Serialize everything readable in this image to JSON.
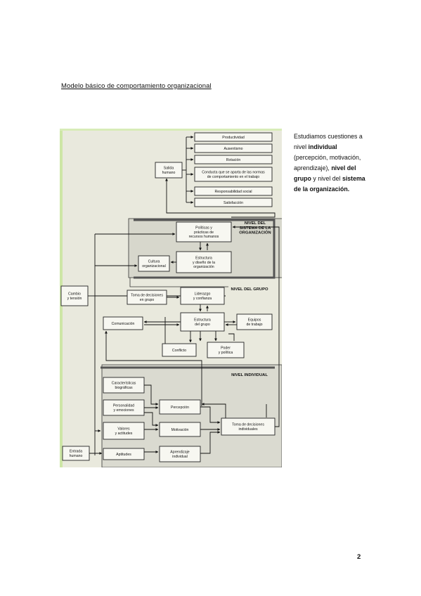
{
  "heading": "Modelo básico de comportamiento organizacional",
  "figure": {
    "outputs_label": [
      "Salida",
      "humano"
    ],
    "outputs": [
      [
        "Productividad"
      ],
      [
        "Ausentismo"
      ],
      [
        "Rotación"
      ],
      [
        "Conducta que se aparta de las normas",
        "de comportamiento en el trabajo"
      ],
      [
        "Responsabilidad social"
      ],
      [
        "Satisfacción"
      ]
    ],
    "org_level_label": [
      "NIVEL DEL",
      "SISTEMA DE LA",
      "ORGANIZACIÓN"
    ],
    "group_level_label": "NIVEL DEL GRUPO",
    "individual_level_label": "NIVEL INDIVIDUAL",
    "change": [
      "Cambio",
      "y tensión"
    ],
    "input": [
      "Entrada",
      "humano"
    ],
    "org_boxes": {
      "policies": [
        "Políticas y",
        "prácticas de",
        "recursos humanos"
      ],
      "culture": [
        "Cultura",
        "organizacional"
      ],
      "structure": [
        "Estructura",
        "y diseño de la",
        "organización"
      ]
    },
    "group_boxes": {
      "decisions": [
        "Toma de decisiones",
        "en grupo"
      ],
      "leadership": [
        "Liderazgo",
        "y confianza"
      ],
      "communication": [
        "Comunicación"
      ],
      "group_structure": [
        "Estructura",
        "del grupo"
      ],
      "teams": [
        "Equipos",
        "de trabajo"
      ],
      "conflict": [
        "Conflicto"
      ],
      "power": [
        "Poder",
        "y política"
      ]
    },
    "individual_boxes": {
      "bio": [
        "Características",
        "biográficas"
      ],
      "personality": [
        "Personalidad",
        "y emociones"
      ],
      "values": [
        "Valores",
        "y actitudes"
      ],
      "skills": [
        "Aptitudes"
      ],
      "perception": [
        "Percepción"
      ],
      "motivation": [
        "Motivación"
      ],
      "learning": [
        "Aprendizaje",
        "individual"
      ],
      "ind_decisions": [
        "Toma de decisiones",
        "individuales"
      ]
    }
  },
  "side_text": {
    "p1": "Estudiamos cuestiones a nivel ",
    "b1": "individual",
    "p2": " (percepción, motivación, aprendizaje), ",
    "b2": "nivel del grupo",
    "p3": " y nivel del ",
    "b3": "sistema de la organización.",
    "p4": ""
  },
  "page_number": "2"
}
